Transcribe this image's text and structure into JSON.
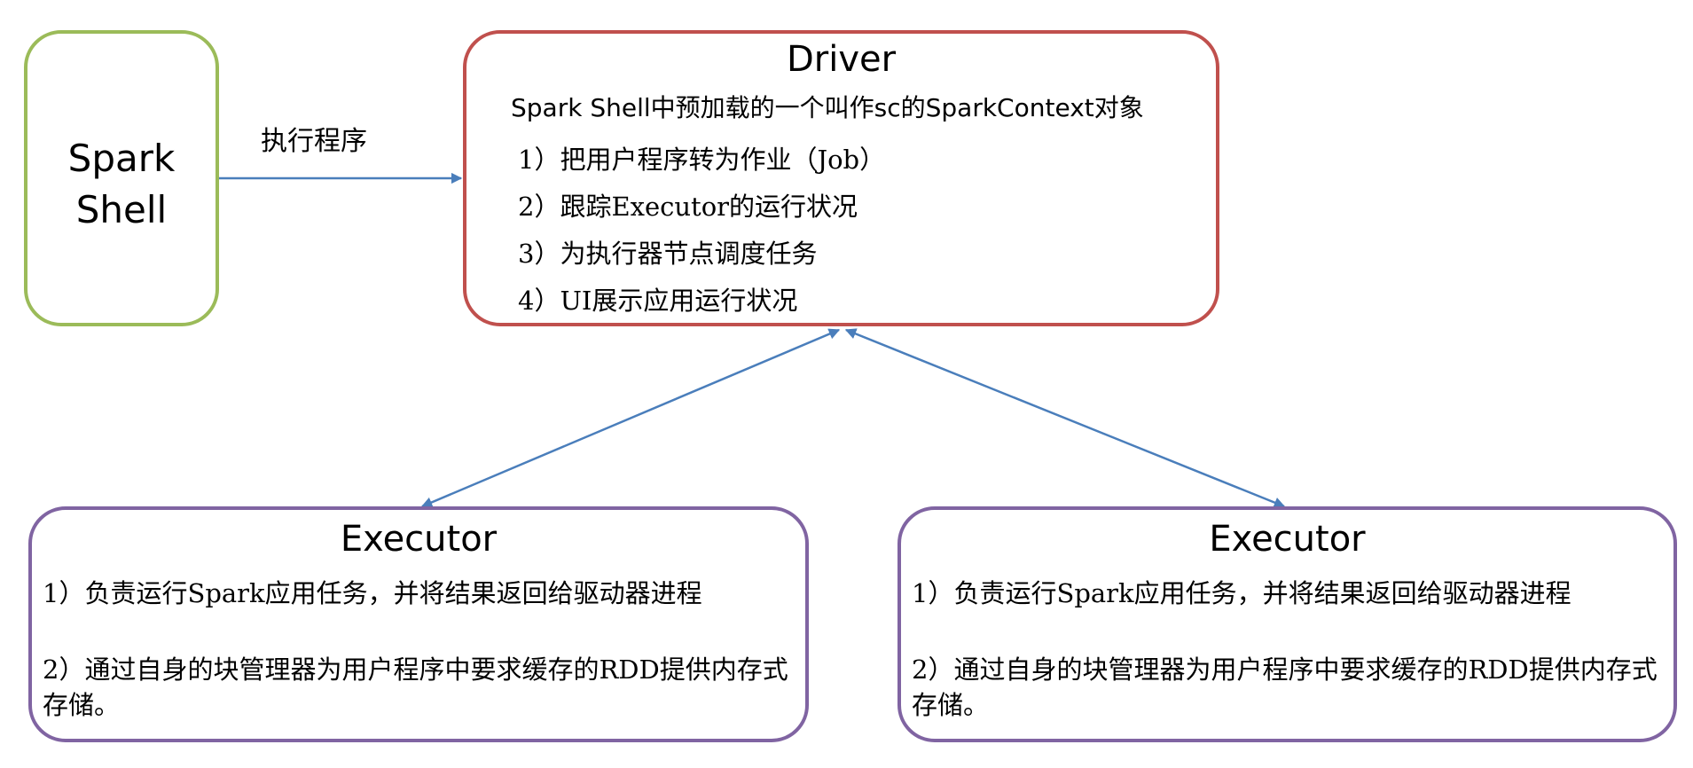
{
  "spark_shell": {
    "label_line1": "Spark",
    "label_line2": "Shell"
  },
  "edge_shell_to_driver": {
    "label": "执行程序"
  },
  "driver": {
    "title": "Driver",
    "subtitle": "Spark Shell中预加载的一个叫作sc的SparkContext对象",
    "items": [
      "1）把用户程序转为作业（Job）",
      "2）跟踪Executor的运行状况",
      "3）为执行器节点调度任务",
      "4）UI展示应用运行状况"
    ]
  },
  "executors": [
    {
      "title": "Executor",
      "item1": "1）负责运行Spark应用任务，并将结果返回给驱动器进程",
      "item2": "2）通过自身的块管理器为用户程序中要求缓存的RDD提供内存式存储。"
    },
    {
      "title": "Executor",
      "item1": "1）负责运行Spark应用任务，并将结果返回给驱动器进程",
      "item2": "2）通过自身的块管理器为用户程序中要求缓存的RDD提供内存式存储。"
    }
  ],
  "colors": {
    "shell_border": "#9bbb59",
    "driver_border": "#c0504d",
    "executor_border": "#8064a2",
    "arrow": "#4a7ebb"
  }
}
